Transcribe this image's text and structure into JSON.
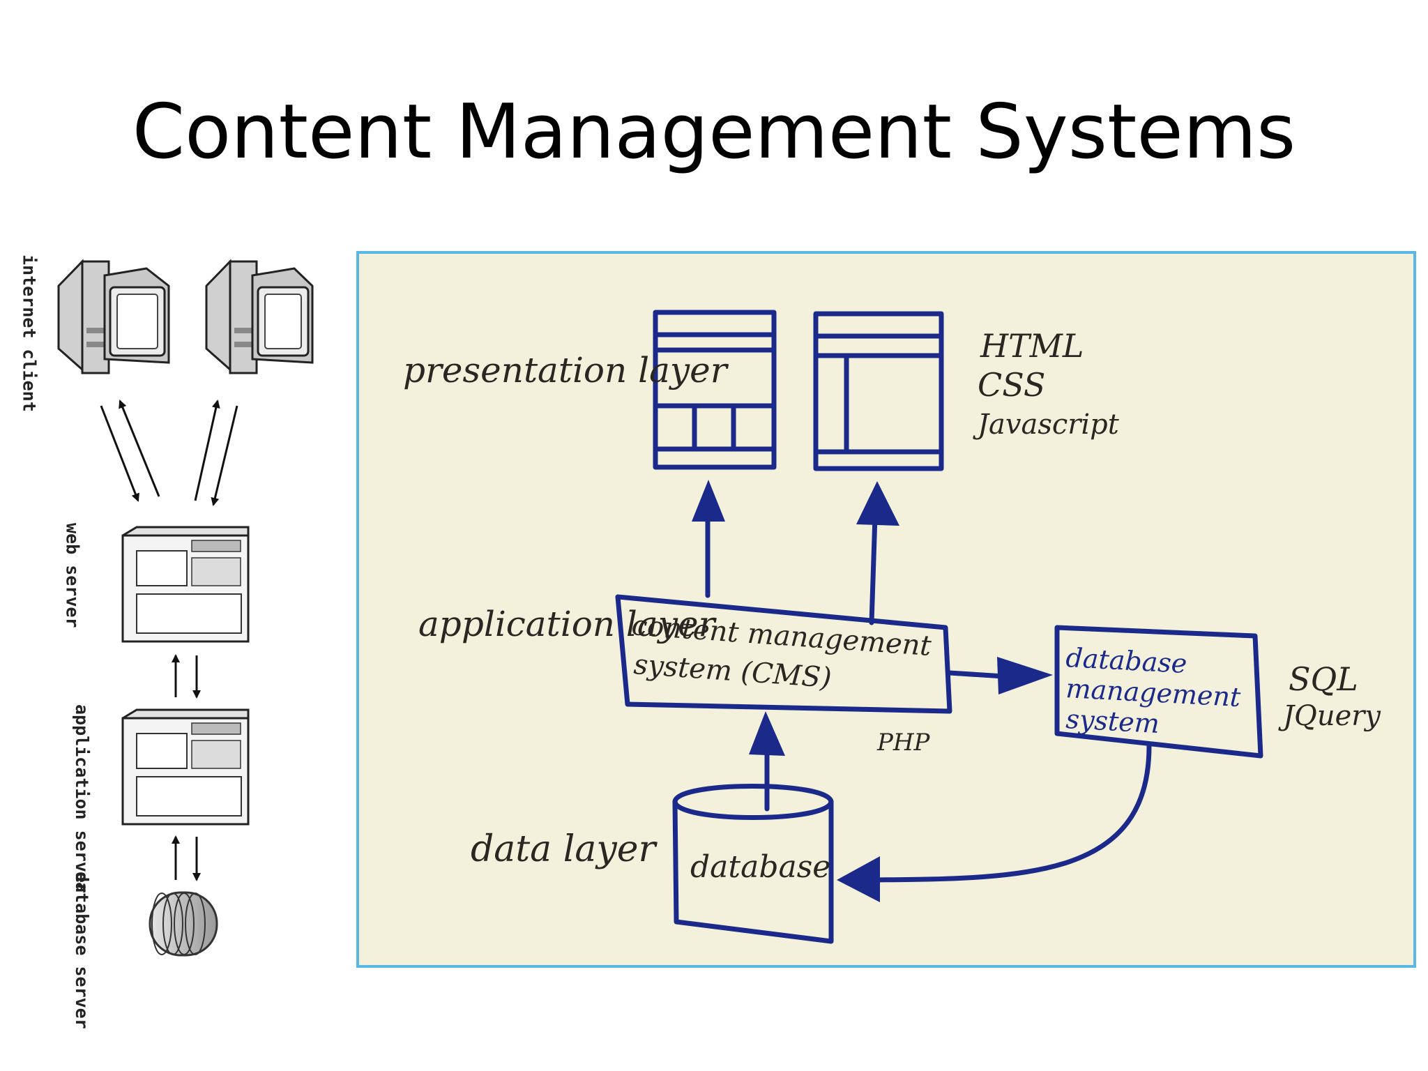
{
  "slide": {
    "title": "Content Management Systems"
  },
  "tiers": [
    "internet client",
    "web server",
    "application server",
    "database server"
  ],
  "whiteboard": {
    "layers": [
      "presentation layer",
      "application layer",
      "data layer"
    ],
    "cms_box": [
      "content management",
      "system (CMS)"
    ],
    "dbms_box": [
      "database",
      "management",
      "system"
    ],
    "database_label": "database",
    "frontend_techs": [
      "HTML",
      "CSS",
      "Javascript"
    ],
    "backend_language": "PHP",
    "dbms_techs": [
      "SQL",
      "JQuery"
    ]
  },
  "colors": {
    "marker": "#1b2a8a",
    "board": "#f3f1dc",
    "frame": "#5ab8e6"
  }
}
